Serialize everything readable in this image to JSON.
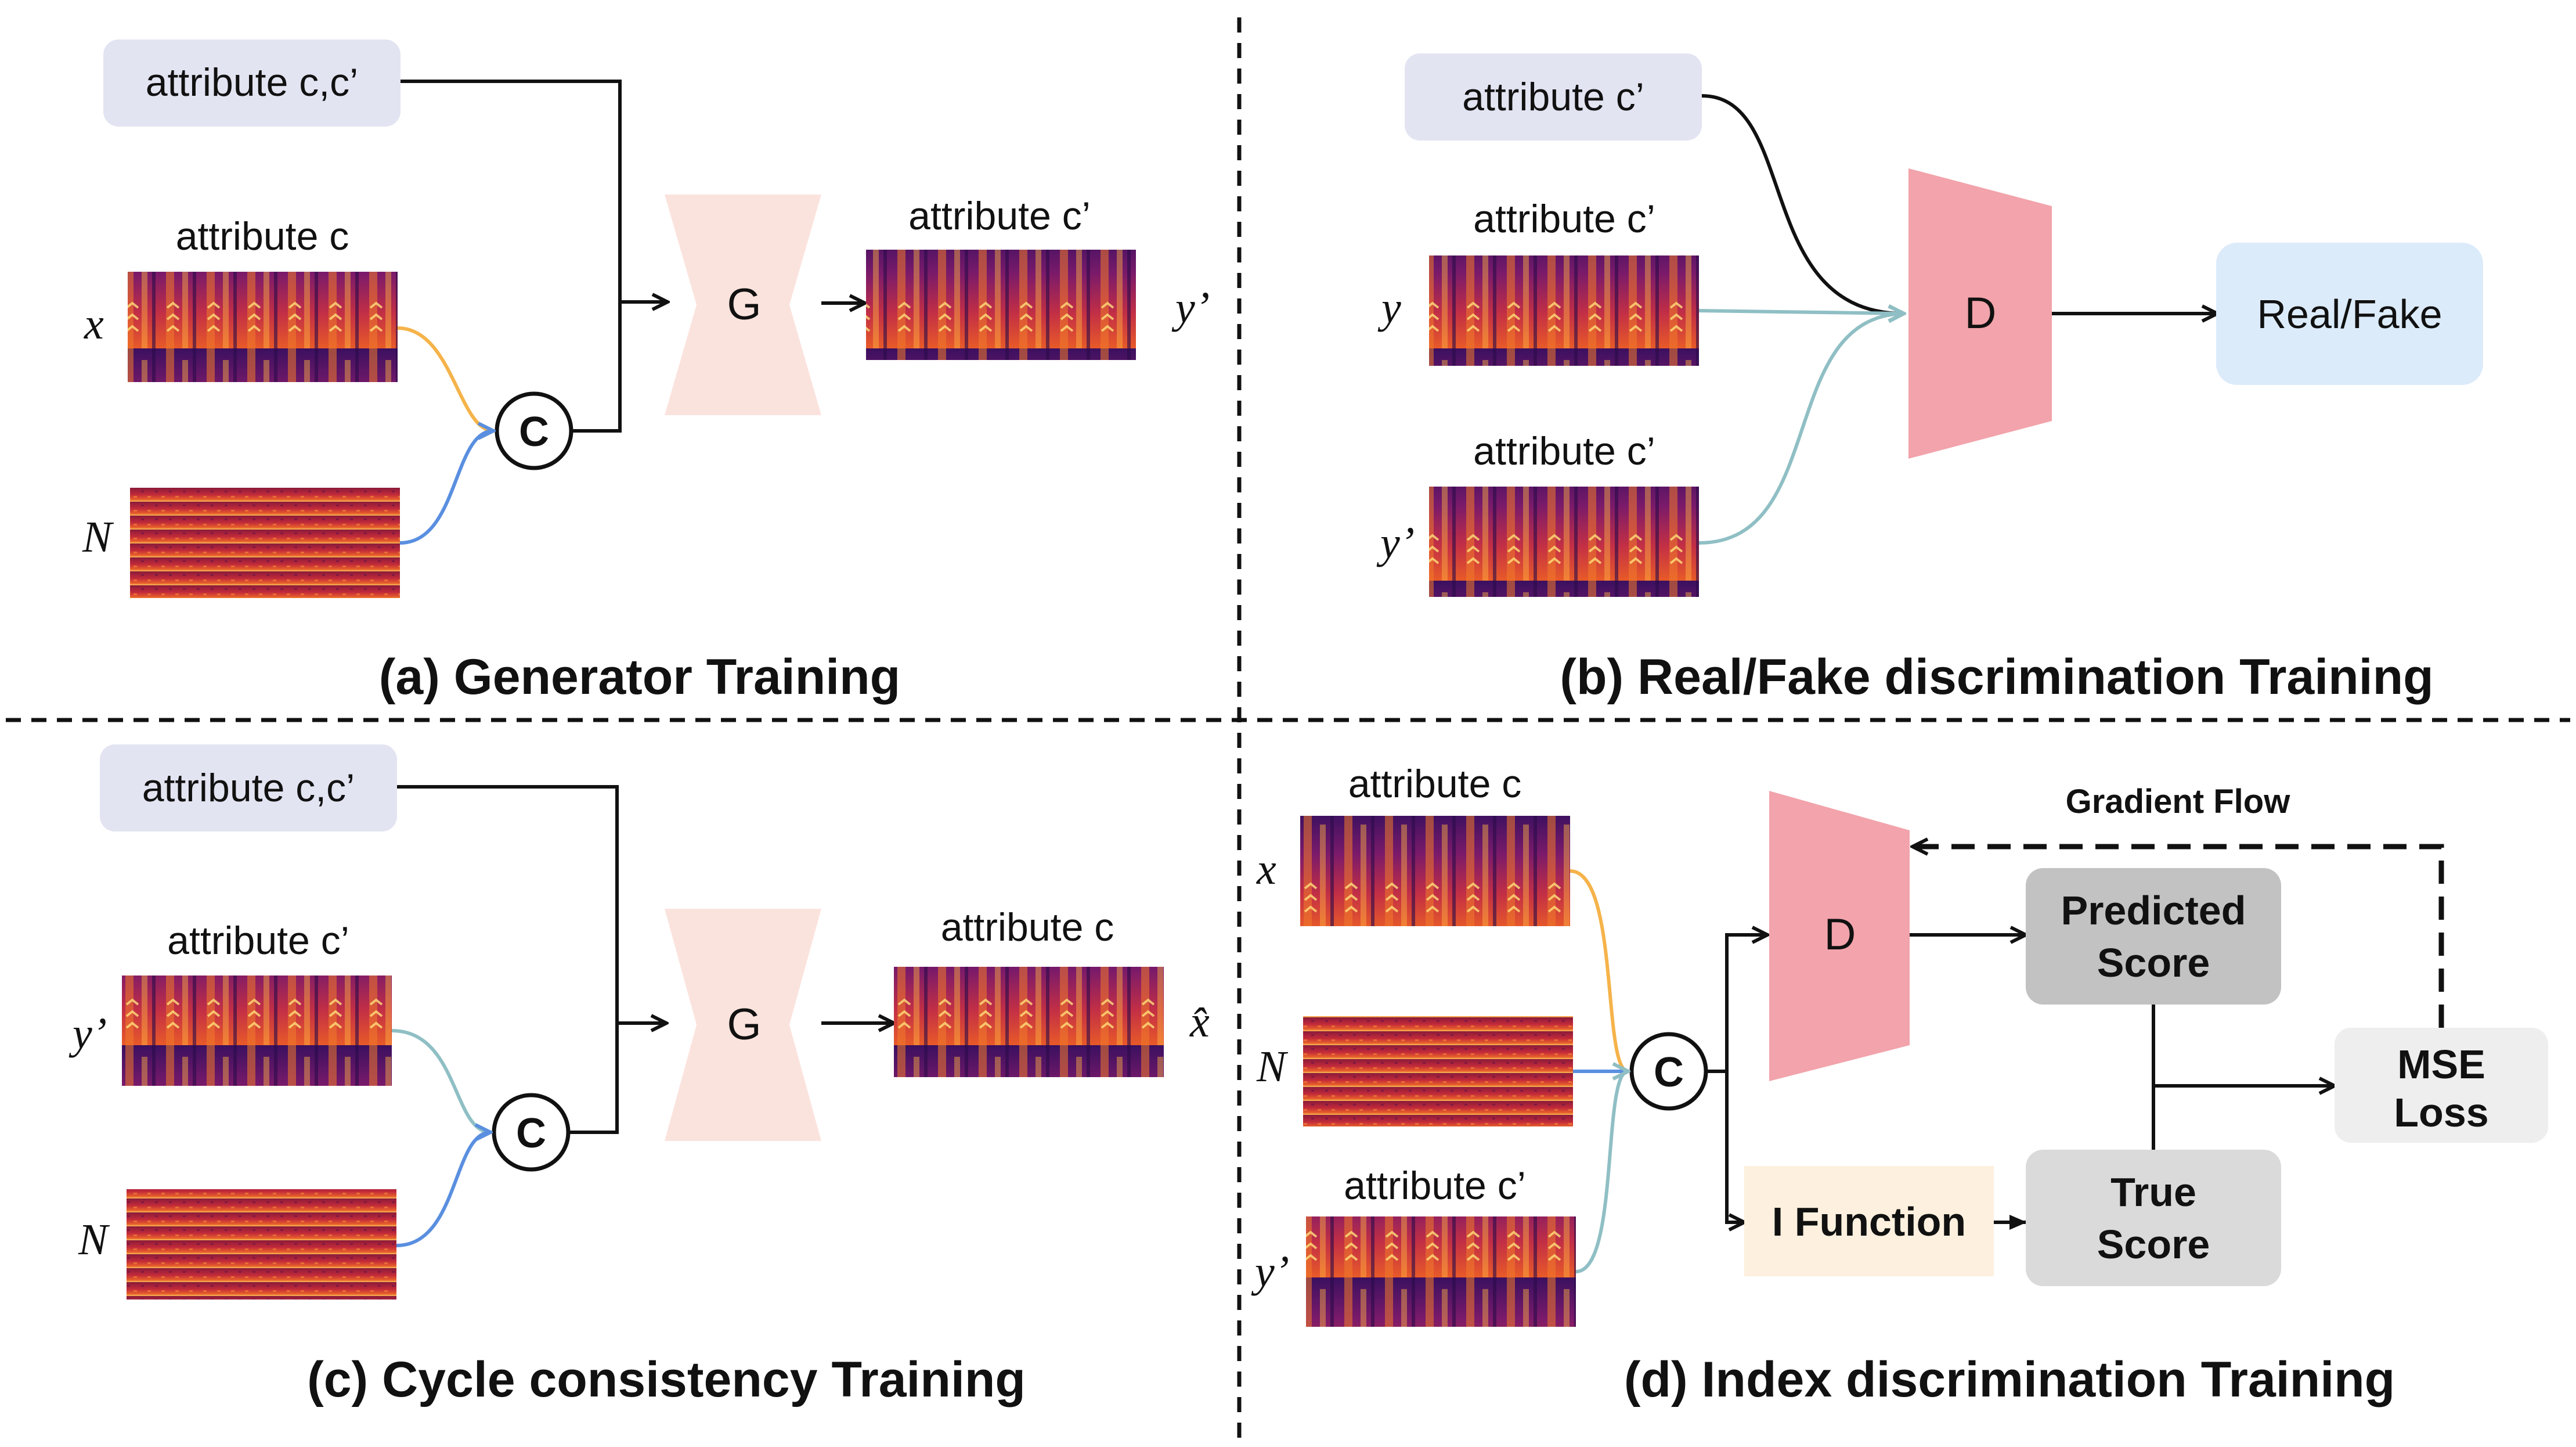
{
  "panels": {
    "a": {
      "title": "(a)  Generator Training",
      "input_box": "attribute c,c’",
      "spec_x_label": "attribute c",
      "spec_out_label": "attribute c’",
      "var_x": "x",
      "var_n": "N",
      "var_out": "y’",
      "concat": "C",
      "generator": "G"
    },
    "b": {
      "title": "(b)  Real/Fake discrimination Training",
      "input_box": "attribute c’",
      "spec_y_label": "attribute c’",
      "spec_y2_label": "attribute c’",
      "var_y": "y",
      "var_y2": "y’",
      "discriminator": "D",
      "output_box": "Real/Fake"
    },
    "c": {
      "title": "(c)  Cycle consistency Training",
      "input_box": "attribute c,c’",
      "spec_y_label": "attribute c’",
      "spec_out_label": "attribute c",
      "var_y": "y’",
      "var_n": "N",
      "var_out": "x̂",
      "concat": "C",
      "generator": "G"
    },
    "d": {
      "title": "(d)  Index discrimination Training",
      "spec_x_label": "attribute c",
      "spec_y_label": "attribute c’",
      "var_x": "x",
      "var_n": "N",
      "var_y": "y’",
      "concat": "C",
      "discriminator": "D",
      "gradient_flow": "Gradient Flow",
      "predicted_line1": "Predicted",
      "predicted_line2": "Score",
      "true_line1": "True",
      "true_line2": "Score",
      "mse_line1": "MSE",
      "mse_line2": "Loss",
      "i_function": "I Function"
    }
  },
  "colors": {
    "attribute_box": "#e3e4f2",
    "generator": "#fbe3dd",
    "discriminator": "#f2a3ab",
    "real_fake_box": "#dcebfa",
    "predicted_box": "#c2c2c2",
    "true_box": "#dadada",
    "mse_box": "#eeeeee",
    "i_function_box": "#fdf0de",
    "arrow_orange": "#f5b34a",
    "arrow_blue": "#5a8fe0",
    "arrow_teal": "#8fbfc4"
  }
}
